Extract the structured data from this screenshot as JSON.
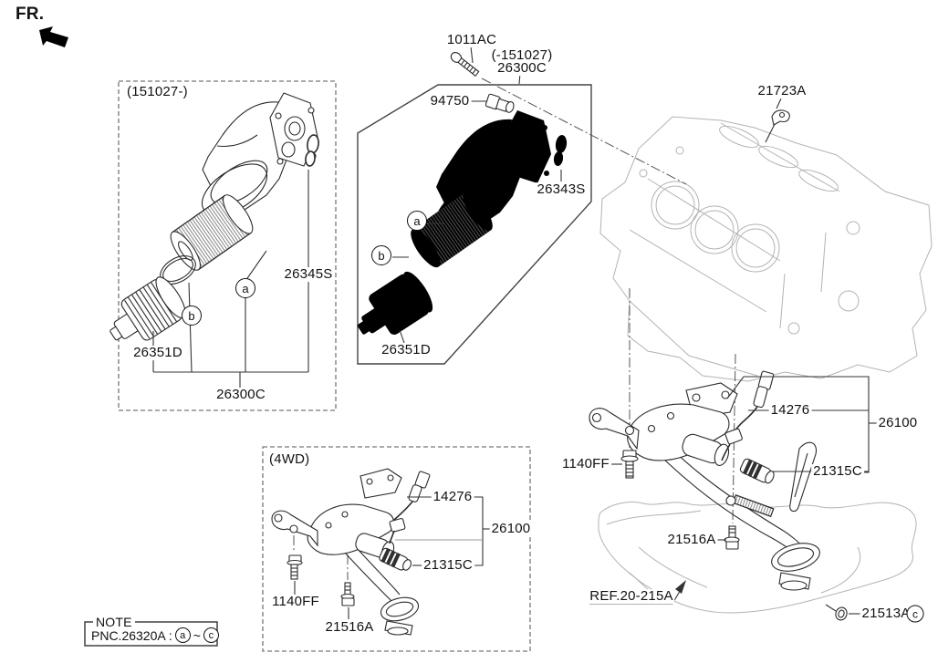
{
  "fr_label": "FR.",
  "left_box": {
    "title": "(151027-)",
    "gasket_label": "26345S",
    "cap_label": "26351D",
    "assembly_label": "26300C",
    "callout_a": "a",
    "callout_b": "b"
  },
  "middle_box": {
    "range_label": "(-151027)",
    "assembly_label": "26300C",
    "bolt_label": "1011AC",
    "sensor_label": "94750",
    "gasket_label": "26343S",
    "cap_label": "26351D",
    "callout_a": "a",
    "callout_b": "b"
  },
  "engine": {
    "plug_label": "21723A"
  },
  "main_assembly": {
    "sensor_label": "14276",
    "pump_label": "26100",
    "bolt_label": "1140FF",
    "valve_label": "21315C",
    "pan_bolt_label": "21516A",
    "ref_label": "REF.20-215A",
    "washer_label": "21513A",
    "callout_c": "c"
  },
  "awd_box": {
    "title": "(4WD)",
    "sensor_label": "14276",
    "pump_label": "26100",
    "valve_label": "21315C",
    "bolt_label": "1140FF",
    "pan_bolt_label": "21516A"
  },
  "note": {
    "title": "NOTE",
    "pnc_label": "PNC.26320A :",
    "range_from": "a",
    "range_sep": "~",
    "range_to": "c"
  }
}
